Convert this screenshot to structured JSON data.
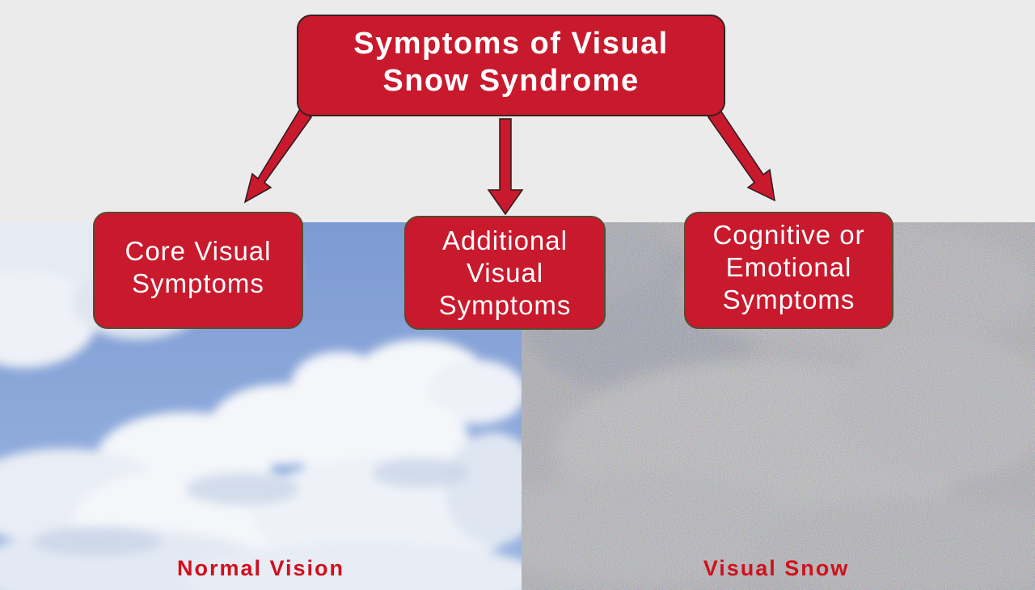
{
  "diagram": {
    "root": "Symptoms of Visual\nSnow Syndrome",
    "children": [
      {
        "label": "Core Visual\nSymptoms"
      },
      {
        "label": "Additional\nVisual\nSymptoms"
      },
      {
        "label": "Cognitive or\nEmotional\nSymptoms"
      }
    ]
  },
  "photos": {
    "normal_caption": "Normal Vision",
    "snow_caption": "Visual Snow"
  },
  "colors": {
    "node_fill": "#c8192d",
    "caption_text": "#d0101c",
    "sky_blue": "#7f9fd4"
  }
}
